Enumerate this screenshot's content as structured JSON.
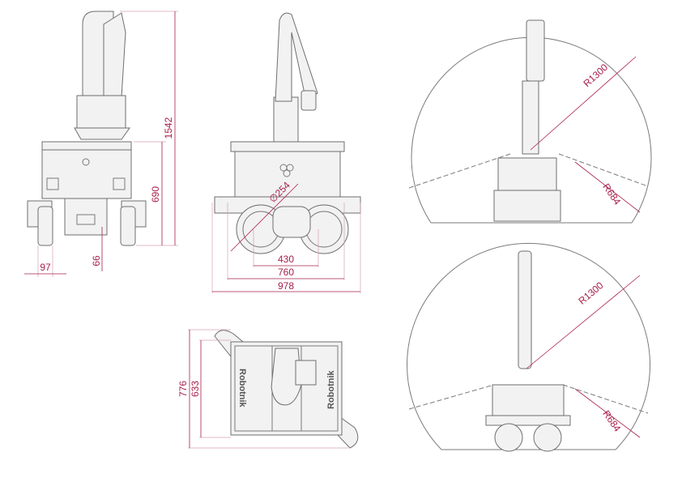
{
  "front_view": {
    "dims": {
      "total_height": "1542",
      "base_height": "690",
      "wheel_width": "97",
      "ground_clearance": "66"
    }
  },
  "side_view": {
    "dims": {
      "wheel_diameter": "∅254",
      "wheel_base": "430",
      "track_width": "760",
      "total_width": "978"
    }
  },
  "top_view": {
    "dims": {
      "total_length": "776",
      "body_length": "633"
    },
    "logo": "Robotnik"
  },
  "reach_view_folded": {
    "dims": {
      "arm_reach": "R1300",
      "base_radius": "R684"
    }
  },
  "reach_view_extended": {
    "dims": {
      "arm_reach": "R1300",
      "base_radius": "R684"
    }
  },
  "colors": {
    "dimension": "#a8204a",
    "drawing": "#7a7a7a"
  }
}
